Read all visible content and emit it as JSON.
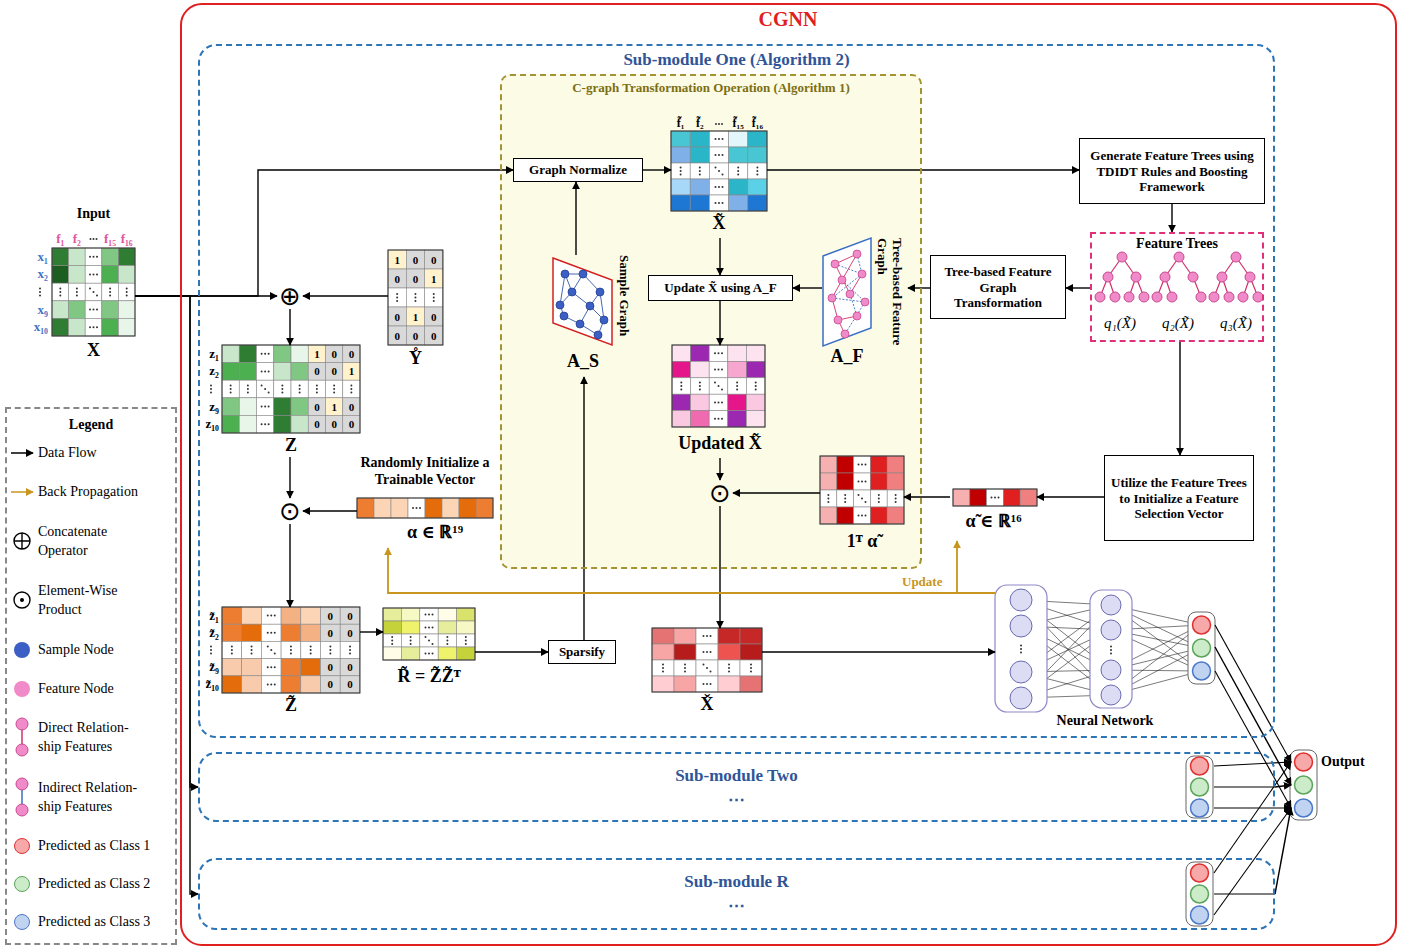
{
  "diagram": {
    "nodes": [
      {
        "text": [
          "CGNN"
        ]
      },
      {
        "text": [
          "Sub-module One (Algorithm 2)"
        ],
        "in": 0
      },
      {
        "text": [
          "C-graph Transformation Operation (Algorithm 1)"
        ],
        "in": 1
      },
      {
        "text": [
          "Input",
          "X"
        ]
      },
      {
        "text": [
          "⊕"
        ],
        "in": 1
      },
      {
        "text": [
          "Y̊"
        ],
        "in": 1
      },
      {
        "text": [
          "Z"
        ],
        "in": 1
      },
      {
        "text": [
          "⊙"
        ],
        "in": 1
      },
      {
        "text": [
          "Randomly Initialize a Trainable Vector",
          "α ∈ ℝ¹⁹"
        ],
        "in": 1
      },
      {
        "text": [
          "Z̃"
        ],
        "in": 1
      },
      {
        "text": [
          "R̃ = Z̃Z̃ᵀ"
        ],
        "in": 1
      },
      {
        "text": [
          "Sparsify"
        ],
        "in": 1
      },
      {
        "text": [
          "Sample Graph",
          "A_S"
        ],
        "in": 2
      },
      {
        "text": [
          "Graph Normalize"
        ],
        "in": 2
      },
      {
        "text": [
          "X̃"
        ],
        "in": 2
      },
      {
        "text": [
          "Update X̃ using A_F"
        ],
        "in": 2
      },
      {
        "text": [
          "Tree-based Feature Graph",
          "A_F"
        ],
        "in": 2
      },
      {
        "text": [
          "Updated X̃"
        ],
        "in": 2
      },
      {
        "text": [
          "⊙"
        ],
        "in": 2
      },
      {
        "text": [
          "1ᵀ α̃"
        ],
        "in": 2
      },
      {
        "text": [
          "Generate Feature Trees using TDIDT Rules and Boosting Framework"
        ],
        "in": 1
      },
      {
        "text": [
          "Feature Trees"
        ],
        "in": 1
      },
      {
        "text": [
          "Tree-based Feature Graph Transformation"
        ],
        "in": 1
      },
      {
        "text": [
          "Utilize the Feature Trees to Initialize a Feature Selection Vector"
        ],
        "in": 1
      },
      {
        "text": [
          "α̃ ∈ ℝ¹⁶"
        ],
        "in": 1
      },
      {
        "text": [
          "X̌"
        ],
        "in": 1
      },
      {
        "text": [
          "Neural Network"
        ],
        "in": 1
      },
      {
        "text": [
          "Sub-module Two",
          "⋯"
        ],
        "in": 0
      },
      {
        "text": [
          "Sub-module R",
          "⋯"
        ],
        "in": 0
      },
      {
        "text": [
          "Output"
        ],
        "in": 0
      },
      {
        "text": [
          "Legend"
        ]
      }
    ],
    "edges": [
      {
        "from": 3,
        "to": 4,
        "arrow": "to"
      },
      {
        "from": 3,
        "to": 13,
        "arrow": "to"
      },
      {
        "from": 3,
        "to": 27,
        "arrow": "to"
      },
      {
        "from": 3,
        "to": 28,
        "arrow": "to"
      },
      {
        "from": 5,
        "to": 4,
        "arrow": "to"
      },
      {
        "from": 4,
        "to": 6,
        "arrow": "to"
      },
      {
        "from": 6,
        "to": 7,
        "arrow": "to"
      },
      {
        "from": 8,
        "to": 7,
        "arrow": "to"
      },
      {
        "from": 7,
        "to": 9,
        "arrow": "to"
      },
      {
        "from": 9,
        "to": 10,
        "arrow": "to"
      },
      {
        "from": 10,
        "to": 11,
        "arrow": "to"
      },
      {
        "from": 11,
        "to": 12,
        "arrow": "to"
      },
      {
        "from": 12,
        "to": 13,
        "arrow": "to"
      },
      {
        "from": 13,
        "to": 14,
        "arrow": "to"
      },
      {
        "from": 14,
        "to": 20,
        "arrow": "to"
      },
      {
        "from": 20,
        "to": 21,
        "arrow": "to"
      },
      {
        "from": 21,
        "to": 22,
        "arrow": "to"
      },
      {
        "from": 22,
        "to": 16,
        "arrow": "to"
      },
      {
        "from": 16,
        "to": 15,
        "arrow": "to"
      },
      {
        "from": 14,
        "to": 15,
        "arrow": "to"
      },
      {
        "from": 15,
        "to": 17,
        "arrow": "to"
      },
      {
        "from": 17,
        "to": 18,
        "arrow": "to"
      },
      {
        "from": 21,
        "to": 23,
        "arrow": "to"
      },
      {
        "from": 23,
        "to": 24,
        "arrow": "to"
      },
      {
        "from": 24,
        "to": 19,
        "arrow": "to"
      },
      {
        "from": 19,
        "to": 18,
        "arrow": "to"
      },
      {
        "from": 18,
        "to": 25,
        "arrow": "to"
      },
      {
        "from": 25,
        "to": 26,
        "arrow": "to"
      },
      {
        "from": 26,
        "to": 29,
        "arrow": "to"
      },
      {
        "from": 27,
        "to": 29,
        "arrow": "to"
      },
      {
        "from": 28,
        "to": 29,
        "arrow": "to"
      },
      {
        "from": 26,
        "to": 8,
        "arrow": "to"
      },
      {
        "from": 26,
        "to": 24,
        "label": "Update",
        "arrow": "to"
      }
    ],
    "labels": [
      "f₁",
      "f₂",
      "f₁₅",
      "f₁₆",
      "x₁",
      "x₂",
      "x₉",
      "x₁₀",
      "1",
      "0",
      "0",
      "0",
      "0",
      "1",
      "0",
      "1",
      "0",
      "0",
      "0",
      "0",
      "z₁",
      "z₂",
      "z₉",
      "z₁₀",
      "1",
      "0",
      "0",
      "0",
      "0",
      "1",
      "0",
      "1",
      "0",
      "0",
      "0",
      "0",
      "z̃₁",
      "z̃₂",
      "z̃₉",
      "z̃₁₀",
      "0",
      "0",
      "0",
      "0",
      "0",
      "0",
      "0",
      "0",
      "f̃₁",
      "f̃₂",
      "f̃₁₅",
      "f̃₁₆",
      "q₁(X̃)",
      "q₂(X̃)",
      "q₃(X̃)"
    ],
    "legend": [
      {
        "text": "Data Flow"
      },
      {
        "text": "Back Propagation"
      },
      {
        "text": "Concatenate Operator"
      },
      {
        "text": "Element-Wise Product"
      },
      {
        "text": "Sample Node",
        "color": "#3b5fc4"
      },
      {
        "text": "Feature Node",
        "color": "#f08ac8"
      },
      {
        "text": "Direct Relation- ship Features"
      },
      {
        "text": "Indirect Relation- ship Features"
      },
      {
        "text": "Predicted as Class 1",
        "color": "#f7a8a8"
      },
      {
        "text": "Predicted as Class 2",
        "color": "#ccebc8"
      },
      {
        "text": "Predicted as Class 3",
        "color": "#c0d4f2"
      }
    ]
  }
}
